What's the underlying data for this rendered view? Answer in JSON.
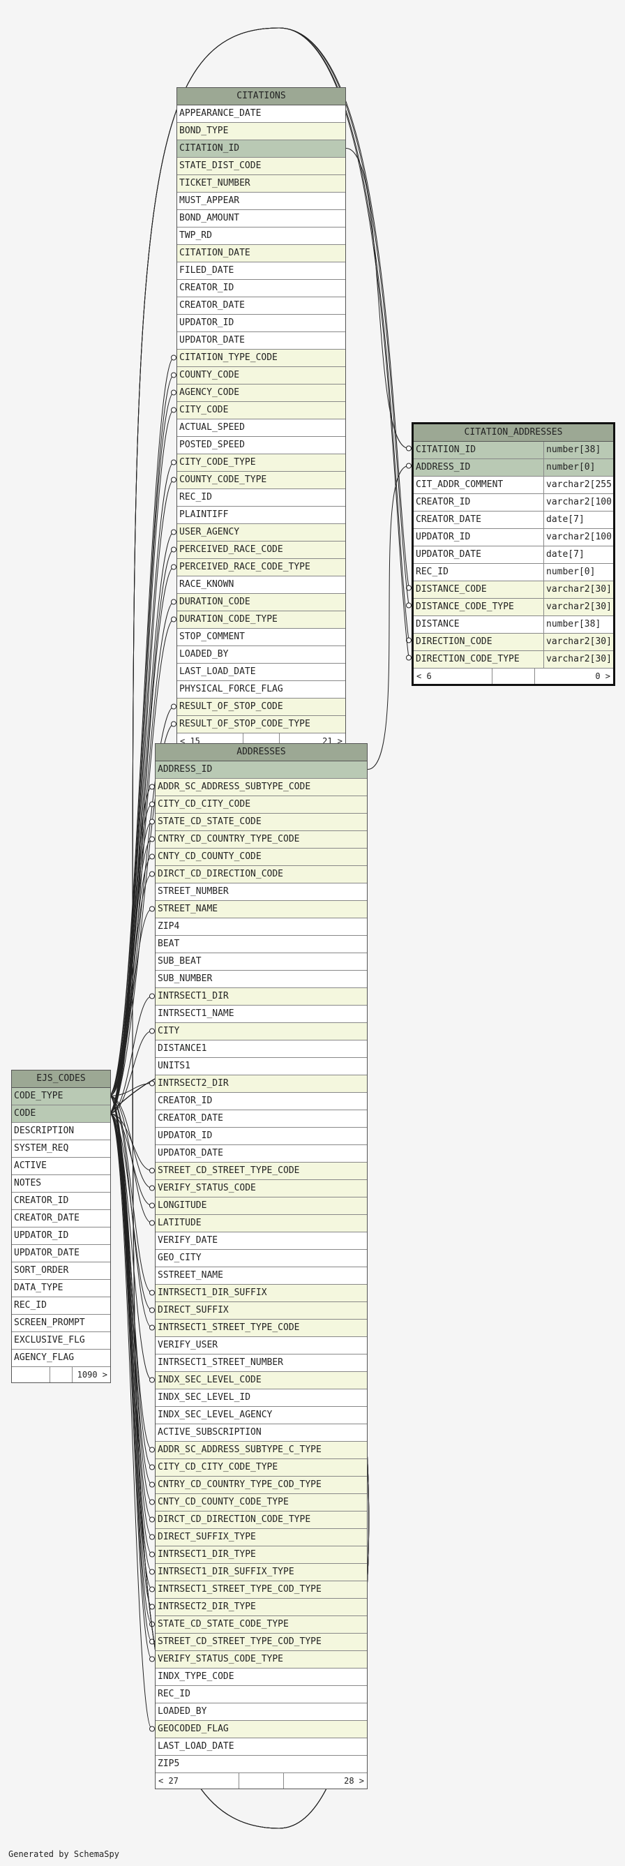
{
  "tables": {
    "citations": {
      "name": "CITATIONS",
      "footer": {
        "left": "< 15",
        "right": "21 >"
      },
      "columns": [
        {
          "name": "APPEARANCE_DATE",
          "kind": "plain"
        },
        {
          "name": "BOND_TYPE",
          "kind": "fk"
        },
        {
          "name": "CITATION_ID",
          "kind": "pk"
        },
        {
          "name": "STATE_DIST_CODE",
          "kind": "fk"
        },
        {
          "name": "TICKET_NUMBER",
          "kind": "fk"
        },
        {
          "name": "MUST_APPEAR",
          "kind": "plain"
        },
        {
          "name": "BOND_AMOUNT",
          "kind": "plain"
        },
        {
          "name": "TWP_RD",
          "kind": "plain"
        },
        {
          "name": "CITATION_DATE",
          "kind": "fk"
        },
        {
          "name": "FILED_DATE",
          "kind": "plain"
        },
        {
          "name": "CREATOR_ID",
          "kind": "plain"
        },
        {
          "name": "CREATOR_DATE",
          "kind": "plain"
        },
        {
          "name": "UPDATOR_ID",
          "kind": "plain"
        },
        {
          "name": "UPDATOR_DATE",
          "kind": "plain"
        },
        {
          "name": "CITATION_TYPE_CODE",
          "kind": "fk"
        },
        {
          "name": "COUNTY_CODE",
          "kind": "fk"
        },
        {
          "name": "AGENCY_CODE",
          "kind": "fk"
        },
        {
          "name": "CITY_CODE",
          "kind": "fk"
        },
        {
          "name": "ACTUAL_SPEED",
          "kind": "plain"
        },
        {
          "name": "POSTED_SPEED",
          "kind": "plain"
        },
        {
          "name": "CITY_CODE_TYPE",
          "kind": "fk"
        },
        {
          "name": "COUNTY_CODE_TYPE",
          "kind": "fk"
        },
        {
          "name": "REC_ID",
          "kind": "plain"
        },
        {
          "name": "PLAINTIFF",
          "kind": "plain"
        },
        {
          "name": "USER_AGENCY",
          "kind": "fk"
        },
        {
          "name": "PERCEIVED_RACE_CODE",
          "kind": "fk"
        },
        {
          "name": "PERCEIVED_RACE_CODE_TYPE",
          "kind": "fk"
        },
        {
          "name": "RACE_KNOWN",
          "kind": "plain"
        },
        {
          "name": "DURATION_CODE",
          "kind": "fk"
        },
        {
          "name": "DURATION_CODE_TYPE",
          "kind": "fk"
        },
        {
          "name": "STOP_COMMENT",
          "kind": "plain"
        },
        {
          "name": "LOADED_BY",
          "kind": "plain"
        },
        {
          "name": "LAST_LOAD_DATE",
          "kind": "plain"
        },
        {
          "name": "PHYSICAL_FORCE_FLAG",
          "kind": "plain"
        },
        {
          "name": "RESULT_OF_STOP_CODE",
          "kind": "fk"
        },
        {
          "name": "RESULT_OF_STOP_CODE_TYPE",
          "kind": "fk"
        }
      ]
    },
    "citation_addresses": {
      "name": "CITATION_ADDRESSES",
      "footer": {
        "left": "< 6",
        "right": "0 >"
      },
      "columns": [
        {
          "name": "CITATION_ID",
          "type": "number[38]",
          "kind": "pk"
        },
        {
          "name": "ADDRESS_ID",
          "type": "number[0]",
          "kind": "pk"
        },
        {
          "name": "CIT_ADDR_COMMENT",
          "type": "varchar2[255]",
          "kind": "plain"
        },
        {
          "name": "CREATOR_ID",
          "type": "varchar2[100]",
          "kind": "plain"
        },
        {
          "name": "CREATOR_DATE",
          "type": "date[7]",
          "kind": "plain"
        },
        {
          "name": "UPDATOR_ID",
          "type": "varchar2[100]",
          "kind": "plain"
        },
        {
          "name": "UPDATOR_DATE",
          "type": "date[7]",
          "kind": "plain"
        },
        {
          "name": "REC_ID",
          "type": "number[0]",
          "kind": "plain"
        },
        {
          "name": "DISTANCE_CODE",
          "type": "varchar2[30]",
          "kind": "fk"
        },
        {
          "name": "DISTANCE_CODE_TYPE",
          "type": "varchar2[30]",
          "kind": "fk"
        },
        {
          "name": "DISTANCE",
          "type": "number[38]",
          "kind": "plain"
        },
        {
          "name": "DIRECTION_CODE",
          "type": "varchar2[30]",
          "kind": "fk"
        },
        {
          "name": "DIRECTION_CODE_TYPE",
          "type": "varchar2[30]",
          "kind": "fk"
        }
      ]
    },
    "addresses": {
      "name": "ADDRESSES",
      "footer": {
        "left": "< 27",
        "right": "28 >"
      },
      "columns": [
        {
          "name": "ADDRESS_ID",
          "kind": "pk"
        },
        {
          "name": "ADDR_SC_ADDRESS_SUBTYPE_CODE",
          "kind": "fk"
        },
        {
          "name": "CITY_CD_CITY_CODE",
          "kind": "fk"
        },
        {
          "name": "STATE_CD_STATE_CODE",
          "kind": "fk"
        },
        {
          "name": "CNTRY_CD_COUNTRY_TYPE_CODE",
          "kind": "fk"
        },
        {
          "name": "CNTY_CD_COUNTY_CODE",
          "kind": "fk"
        },
        {
          "name": "DIRCT_CD_DIRECTION_CODE",
          "kind": "fk"
        },
        {
          "name": "STREET_NUMBER",
          "kind": "plain"
        },
        {
          "name": "STREET_NAME",
          "kind": "fk"
        },
        {
          "name": "ZIP4",
          "kind": "plain"
        },
        {
          "name": "BEAT",
          "kind": "plain"
        },
        {
          "name": "SUB_BEAT",
          "kind": "plain"
        },
        {
          "name": "SUB_NUMBER",
          "kind": "plain"
        },
        {
          "name": "INTRSECT1_DIR",
          "kind": "fk"
        },
        {
          "name": "INTRSECT1_NAME",
          "kind": "plain"
        },
        {
          "name": "CITY",
          "kind": "fk"
        },
        {
          "name": "DISTANCE1",
          "kind": "plain"
        },
        {
          "name": "UNITS1",
          "kind": "plain"
        },
        {
          "name": "INTRSECT2_DIR",
          "kind": "fk"
        },
        {
          "name": "CREATOR_ID",
          "kind": "plain"
        },
        {
          "name": "CREATOR_DATE",
          "kind": "plain"
        },
        {
          "name": "UPDATOR_ID",
          "kind": "plain"
        },
        {
          "name": "UPDATOR_DATE",
          "kind": "plain"
        },
        {
          "name": "STREET_CD_STREET_TYPE_CODE",
          "kind": "fk"
        },
        {
          "name": "VERIFY_STATUS_CODE",
          "kind": "fk"
        },
        {
          "name": "LONGITUDE",
          "kind": "fk"
        },
        {
          "name": "LATITUDE",
          "kind": "fk"
        },
        {
          "name": "VERIFY_DATE",
          "kind": "plain"
        },
        {
          "name": "GEO_CITY",
          "kind": "plain"
        },
        {
          "name": "SSTREET_NAME",
          "kind": "plain"
        },
        {
          "name": "INTRSECT1_DIR_SUFFIX",
          "kind": "fk"
        },
        {
          "name": "DIRECT_SUFFIX",
          "kind": "fk"
        },
        {
          "name": "INTRSECT1_STREET_TYPE_CODE",
          "kind": "fk"
        },
        {
          "name": "VERIFY_USER",
          "kind": "plain"
        },
        {
          "name": "INTRSECT1_STREET_NUMBER",
          "kind": "plain"
        },
        {
          "name": "INDX_SEC_LEVEL_CODE",
          "kind": "fk"
        },
        {
          "name": "INDX_SEC_LEVEL_ID",
          "kind": "plain"
        },
        {
          "name": "INDX_SEC_LEVEL_AGENCY",
          "kind": "plain"
        },
        {
          "name": "ACTIVE_SUBSCRIPTION",
          "kind": "plain"
        },
        {
          "name": "ADDR_SC_ADDRESS_SUBTYPE_C_TYPE",
          "kind": "fk"
        },
        {
          "name": "CITY_CD_CITY_CODE_TYPE",
          "kind": "fk"
        },
        {
          "name": "CNTRY_CD_COUNTRY_TYPE_COD_TYPE",
          "kind": "fk"
        },
        {
          "name": "CNTY_CD_COUNTY_CODE_TYPE",
          "kind": "fk"
        },
        {
          "name": "DIRCT_CD_DIRECTION_CODE_TYPE",
          "kind": "fk"
        },
        {
          "name": "DIRECT_SUFFIX_TYPE",
          "kind": "fk"
        },
        {
          "name": "INTRSECT1_DIR_TYPE",
          "kind": "fk"
        },
        {
          "name": "INTRSECT1_DIR_SUFFIX_TYPE",
          "kind": "fk"
        },
        {
          "name": "INTRSECT1_STREET_TYPE_COD_TYPE",
          "kind": "fk"
        },
        {
          "name": "INTRSECT2_DIR_TYPE",
          "kind": "fk"
        },
        {
          "name": "STATE_CD_STATE_CODE_TYPE",
          "kind": "fk"
        },
        {
          "name": "STREET_CD_STREET_TYPE_COD_TYPE",
          "kind": "fk"
        },
        {
          "name": "VERIFY_STATUS_CODE_TYPE",
          "kind": "fk"
        },
        {
          "name": "INDX_TYPE_CODE",
          "kind": "plain"
        },
        {
          "name": "REC_ID",
          "kind": "plain"
        },
        {
          "name": "LOADED_BY",
          "kind": "plain"
        },
        {
          "name": "GEOCODED_FLAG",
          "kind": "fk"
        },
        {
          "name": "LAST_LOAD_DATE",
          "kind": "plain"
        },
        {
          "name": "ZIP5",
          "kind": "plain"
        }
      ]
    },
    "ejs_codes": {
      "name": "EJS_CODES",
      "footer": {
        "left": "",
        "right": "1090 >"
      },
      "columns": [
        {
          "name": "CODE_TYPE",
          "kind": "pk"
        },
        {
          "name": "CODE",
          "kind": "pk"
        },
        {
          "name": "DESCRIPTION",
          "kind": "plain"
        },
        {
          "name": "SYSTEM_REQ",
          "kind": "plain"
        },
        {
          "name": "ACTIVE",
          "kind": "plain"
        },
        {
          "name": "NOTES",
          "kind": "plain"
        },
        {
          "name": "CREATOR_ID",
          "kind": "plain"
        },
        {
          "name": "CREATOR_DATE",
          "kind": "plain"
        },
        {
          "name": "UPDATOR_ID",
          "kind": "plain"
        },
        {
          "name": "UPDATOR_DATE",
          "kind": "plain"
        },
        {
          "name": "SORT_ORDER",
          "kind": "plain"
        },
        {
          "name": "DATA_TYPE",
          "kind": "plain"
        },
        {
          "name": "REC_ID",
          "kind": "plain"
        },
        {
          "name": "SCREEN_PROMPT",
          "kind": "plain"
        },
        {
          "name": "EXCLUSIVE_FLG",
          "kind": "plain"
        },
        {
          "name": "AGENCY_FLAG",
          "kind": "plain"
        }
      ]
    }
  },
  "colors": {
    "header": "#9ca894",
    "pk": "#b9c9b4",
    "fk": "#f4f7de",
    "plain": "#ffffff",
    "line": "#222222"
  },
  "generated_by": "Generated by SchemaSpy"
}
